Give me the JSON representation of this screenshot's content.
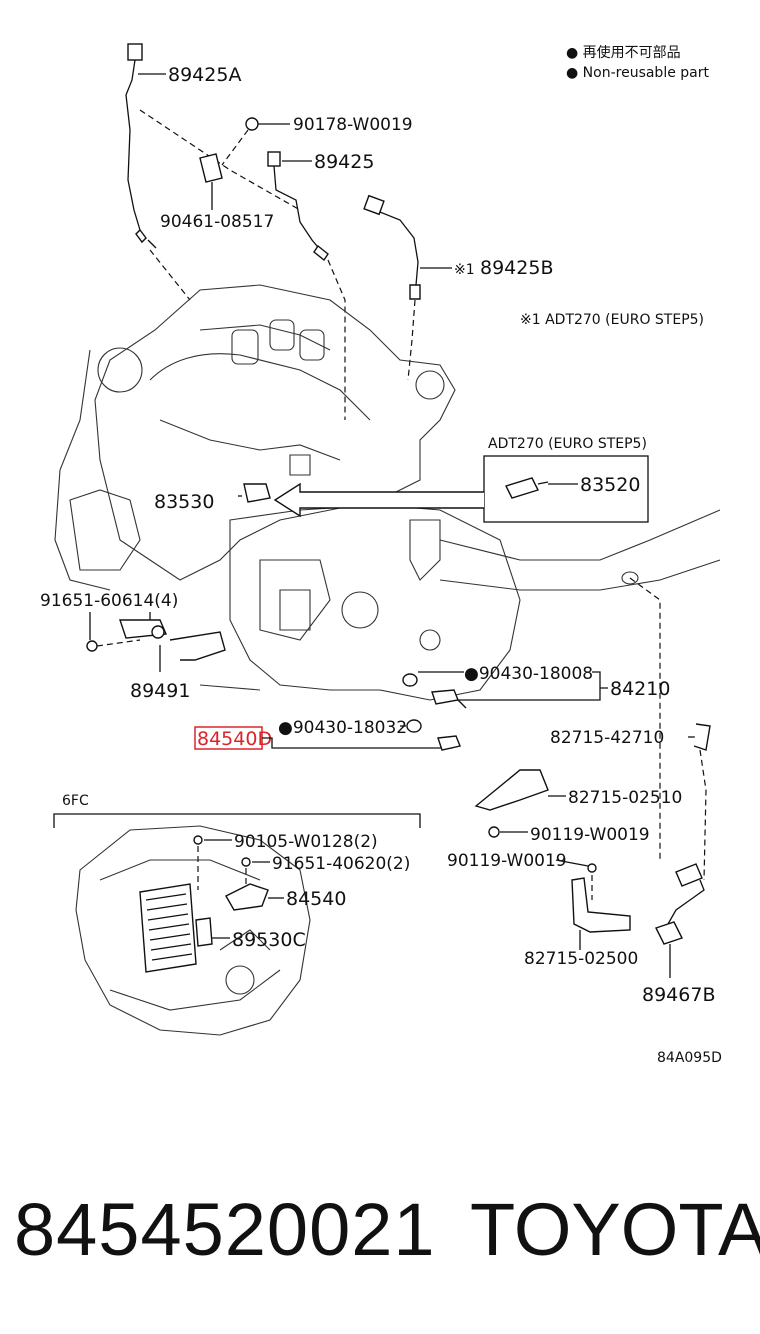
{
  "legend": {
    "bullet_jp": "● 再使用不可部品",
    "bullet_en": "● Non-reusable part",
    "note_star": "※1  ADT270 (EURO STEP5)"
  },
  "inset": {
    "title": "ADT270 (EURO STEP5)",
    "part": "83520"
  },
  "sub_section": "6FC",
  "labels": {
    "p89425A": "89425A",
    "p90178": "90178-W0019",
    "p89425": "89425",
    "p90461": "90461-08517",
    "p89425B": "89425B",
    "p89425B_mark": "※1",
    "p83530": "83530",
    "p91651_60614": "91651-60614(4)",
    "p89491": "89491",
    "p90430_18008": "●90430-18008",
    "p84210": "84210",
    "p84540D": "84540D",
    "p90430_18032": "●90430-18032",
    "p82715_42710": "82715-42710",
    "p82715_02510": "82715-02510",
    "p90119_a": "90119-W0019",
    "p90119_b": "90119-W0019",
    "p90105": "90105-W0128(2)",
    "p91651_40620": "91651-40620(2)",
    "p84540": "84540",
    "p89530C": "89530C",
    "p82715_02500": "82715-02500",
    "p89467B": "89467B",
    "diagram_code": "84A095D"
  },
  "highlight_color": "#d9262c",
  "footer": {
    "part_number": "8454520021",
    "brand": "TOYOTA"
  }
}
